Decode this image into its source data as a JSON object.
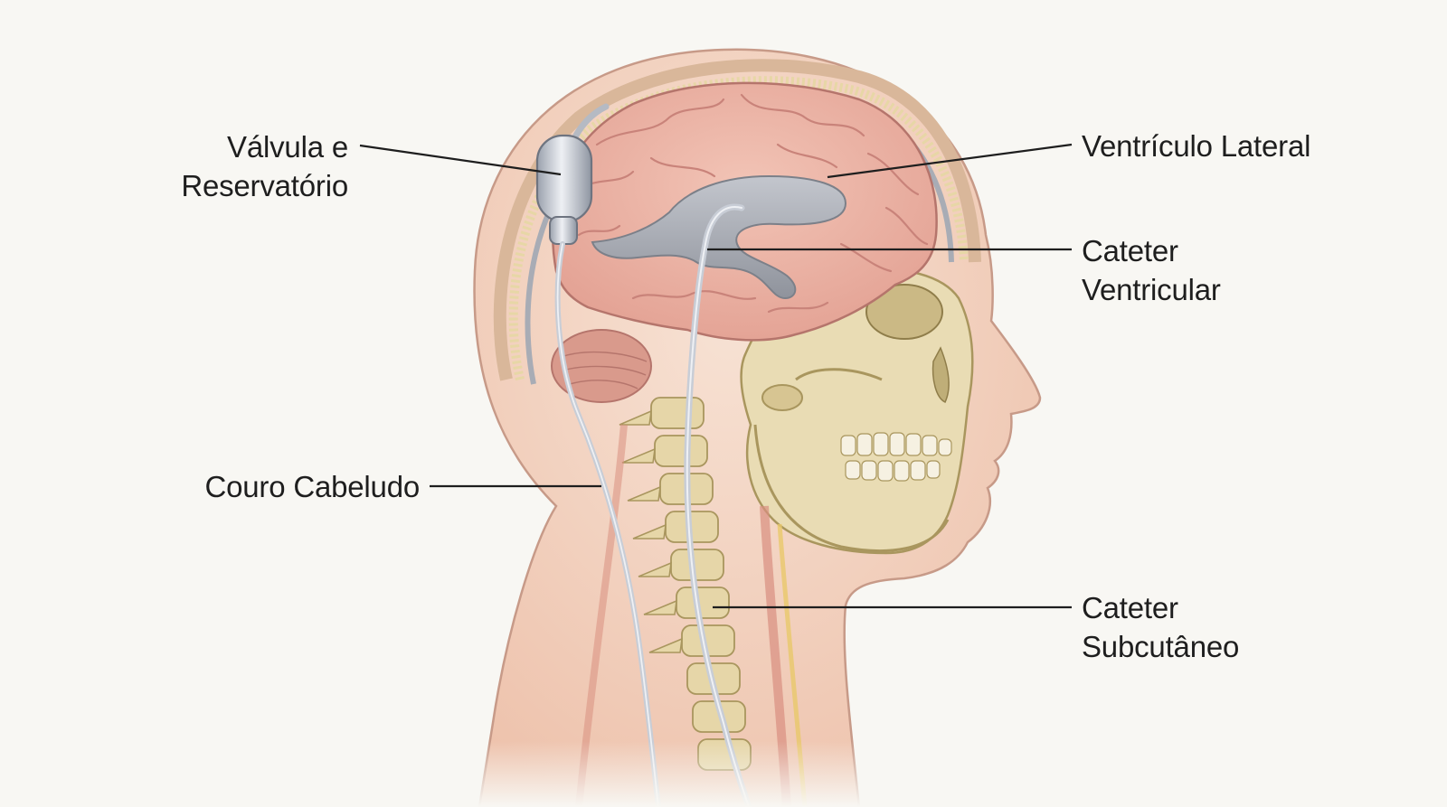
{
  "labels": {
    "valve": {
      "line1": "Válvula e",
      "line2": "Reservatório"
    },
    "lateral_ventricle": {
      "line1": "Ventrículo Lateral"
    },
    "ventricular_catheter": {
      "line1": "Cateter",
      "line2": "Ventricular"
    },
    "scalp": {
      "line1": "Couro Cabeludo"
    },
    "subcutaneous_catheter": {
      "line1": "Cateter",
      "line2": "Subcutâneo"
    }
  },
  "colors": {
    "background": "#f8f7f3",
    "skin": "#f3d6c4",
    "skin_outline": "#c79a88",
    "skull": "#e9dcb4",
    "skull_shadow": "#cbb985",
    "brain": "#eab3a6",
    "brain_fold": "#c9837a",
    "ventricle": "#a9adb6",
    "catheter": "#c8cdd6",
    "leader_line": "#1e1e1e"
  }
}
